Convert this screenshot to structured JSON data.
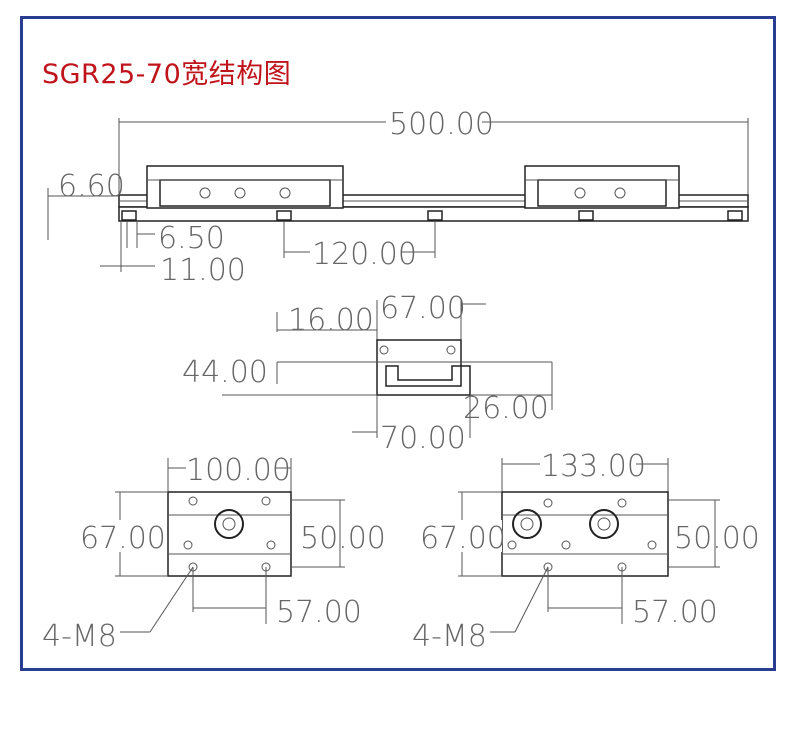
{
  "title": "SGR25-70宽结构图",
  "colors": {
    "frame": "#2a3d91",
    "title": "#c0141c",
    "lines": "#555555"
  },
  "side_view": {
    "overall_length": "500.00",
    "rail_height": "6.60",
    "hole_offset": "6.50",
    "end_offset": "11.00",
    "hole_pitch": "120.00"
  },
  "end_view": {
    "top_width": "67.00",
    "top_offset": "16.00",
    "height": "44.00",
    "rail_height": "26.00",
    "rail_width": "70.00"
  },
  "single_block": {
    "width": "100.00",
    "height": "67.00",
    "inner_height": "50.00",
    "hole_pitch": "57.00",
    "thread": "4-M8"
  },
  "double_block": {
    "width": "133.00",
    "height": "67.00",
    "inner_height": "50.00",
    "hole_pitch": "57.00",
    "thread": "4-M8"
  }
}
